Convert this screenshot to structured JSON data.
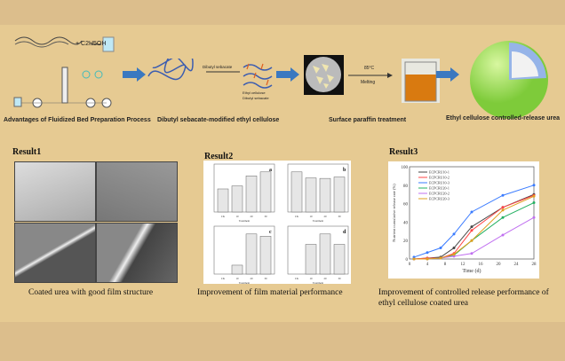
{
  "process": {
    "steps": [
      {
        "caption": "Advantages of Fluidized Bed Preparation Process"
      },
      {
        "caption": "Dibutyl sebacate-modified ethyl cellulose",
        "arrow_label": "Dibutyl sebacate",
        "legend": [
          "Ethyl cellulose",
          "Dibutyl sebacate"
        ]
      },
      {
        "caption": "Surface paraffin treatment",
        "arrow_top": "85°C",
        "arrow_bottom": "Melting"
      },
      {
        "caption": "Ethyl cellulose controlled-release urea"
      }
    ],
    "formula": "+ C2H5OH"
  },
  "result1": {
    "title": "Result1",
    "caption": "Coated urea with good film structure"
  },
  "result2": {
    "title": "Result2",
    "caption": "Improvement of film material performance",
    "chart_data": [
      {
        "type": "bar",
        "panel": "a",
        "categories": [
          "CK",
          "10",
          "20",
          "30"
        ],
        "values": [
          2.3,
          2.6,
          3.6,
          4.0
        ],
        "xlabel": "Treatment"
      },
      {
        "type": "bar",
        "panel": "b",
        "categories": [
          "CK",
          "10",
          "20",
          "30"
        ],
        "values": [
          86,
          73,
          72,
          75
        ],
        "xlabel": "Treatment"
      },
      {
        "type": "bar",
        "panel": "c",
        "categories": [
          "CK",
          "10",
          "20",
          "30"
        ],
        "values": [
          0,
          4,
          18,
          17
        ],
        "xlabel": "Treatment"
      },
      {
        "type": "bar",
        "panel": "d",
        "categories": [
          "CK",
          "10",
          "20",
          "30"
        ],
        "values": [
          0,
          10,
          13.5,
          10
        ],
        "xlabel": "Treatment"
      }
    ]
  },
  "result3": {
    "title": "Result3",
    "caption_line1": "Improvement of controlled release performance of",
    "caption_line2": "ethyl cellulose coated urea"
  },
  "chart_data": {
    "type": "line",
    "xlabel": "Time (d)",
    "ylabel": "Nutrient cumulative release rate (%)",
    "xlim": [
      0,
      28
    ],
    "ylim": [
      0,
      100
    ],
    "xticks": [
      0,
      4,
      8,
      12,
      16,
      20,
      24,
      28
    ],
    "yticks": [
      0,
      20,
      40,
      60,
      80,
      100
    ],
    "x": [
      1,
      4,
      7,
      10,
      14,
      21,
      28
    ],
    "legend_position": "top-left",
    "series": [
      {
        "name": "ECPCRU10-1",
        "color": "#444444",
        "values": [
          0,
          1,
          2,
          12,
          35,
          56,
          70
        ]
      },
      {
        "name": "ECPCRU10-2",
        "color": "#ff4444",
        "values": [
          0,
          1,
          1,
          6,
          31,
          56,
          69
        ]
      },
      {
        "name": "ECPCRU10-3",
        "color": "#3a7bff",
        "values": [
          2,
          7,
          12,
          27,
          51,
          69,
          80
        ]
      },
      {
        "name": "ECPCRU20-1",
        "color": "#22b060",
        "values": [
          0,
          0,
          1,
          4,
          20,
          45,
          61
        ]
      },
      {
        "name": "ECPCRU20-2",
        "color": "#c070f0",
        "values": [
          0,
          0,
          1,
          3,
          6,
          26,
          45
        ]
      },
      {
        "name": "ECPCRU20-3",
        "color": "#e0a020",
        "values": [
          0,
          0,
          1,
          5,
          20,
          53,
          68
        ]
      }
    ]
  }
}
